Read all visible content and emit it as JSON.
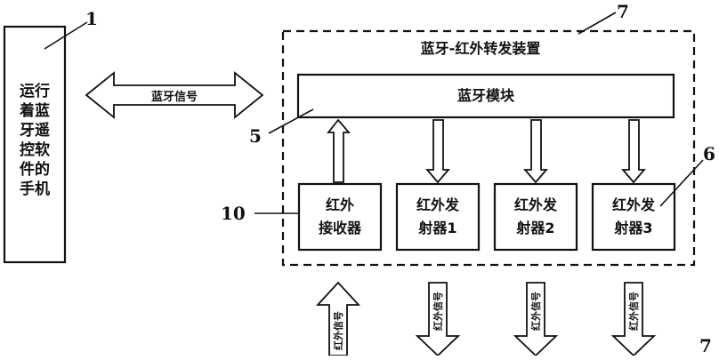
{
  "phone": {
    "label": "1",
    "lines": [
      "运行",
      "着蓝",
      "牙遥",
      "控软",
      "件的",
      "手机"
    ]
  },
  "bluetooth_signal_label": "蓝牙信号",
  "device": {
    "label": "7",
    "title": "蓝牙-红外转发装置"
  },
  "bluetooth_module": {
    "label": "5",
    "text": "蓝牙模块"
  },
  "ir_receiver": {
    "label": "10",
    "lines": [
      "红外",
      "接收器"
    ]
  },
  "emitters": [
    {
      "lines": [
        "红外发",
        "射器1"
      ]
    },
    {
      "lines": [
        "红外发",
        "射器2"
      ]
    },
    {
      "lines": [
        "红外发",
        "射器3"
      ]
    }
  ],
  "emitter_label": "6",
  "ir_signal_label": "红外信号",
  "corner_label": "7"
}
